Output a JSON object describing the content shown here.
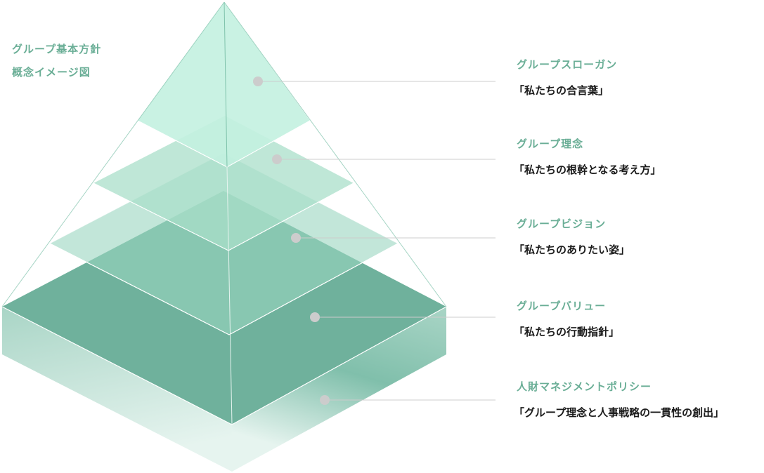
{
  "header": {
    "line1": "グループ基本方針",
    "line2": "概念イメージ図"
  },
  "levels": [
    {
      "title": "グループスローガン",
      "subtitle": "「私たちの合言葉」"
    },
    {
      "title": "グループ理念",
      "subtitle": "「私たちの根幹となる考え方」"
    },
    {
      "title": "グループビジョン",
      "subtitle": "「私たちのありたい姿」"
    },
    {
      "title": "グループバリュー",
      "subtitle": "「私たちの行動指針」"
    },
    {
      "title": "人財マネジメントポリシー",
      "subtitle": "「グループ理念と人事戦略の一貫性の創出」"
    }
  ],
  "colors": {
    "accent": "#6aae96",
    "base": "#6fb19c",
    "layer3": "#88c9b2",
    "layer2": "#9fd8c3",
    "top": "#c3f1e0",
    "marker": "#cccccc"
  }
}
